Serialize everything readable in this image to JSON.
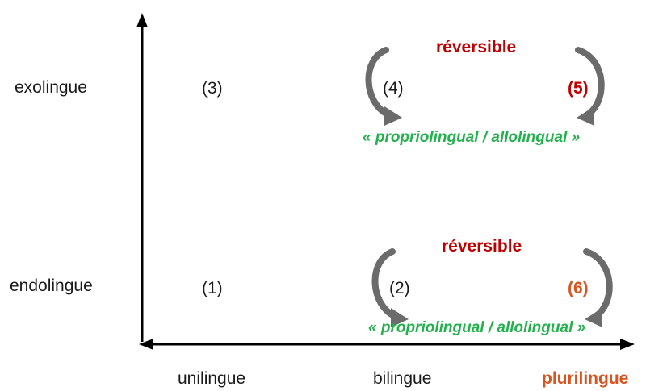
{
  "colors": {
    "axis": "#000000",
    "text": "#1a1a1a",
    "reversible": "#c00000",
    "highlight_number": "#c00000",
    "highlight_number_6": "#d9541e",
    "propriolingual": "#22b14c",
    "plurilingue": "#d9541e",
    "curved_arrow": "#6b6b6b"
  },
  "y_labels": {
    "top": "exolingue",
    "bottom": "endolingue"
  },
  "x_labels": {
    "left": "unilingue",
    "middle": "bilingue",
    "right": "plurilingue"
  },
  "cells": {
    "n1": "(1)",
    "n2": "(2)",
    "n3": "(3)",
    "n4": "(4)",
    "n5": "(5)",
    "n6": "(6)"
  },
  "reversible_top": "réversible",
  "reversible_bottom": "réversible",
  "proprio_top": "« propriolingual / allolingual »",
  "proprio_bottom": "« propriolingual / allolingual »"
}
